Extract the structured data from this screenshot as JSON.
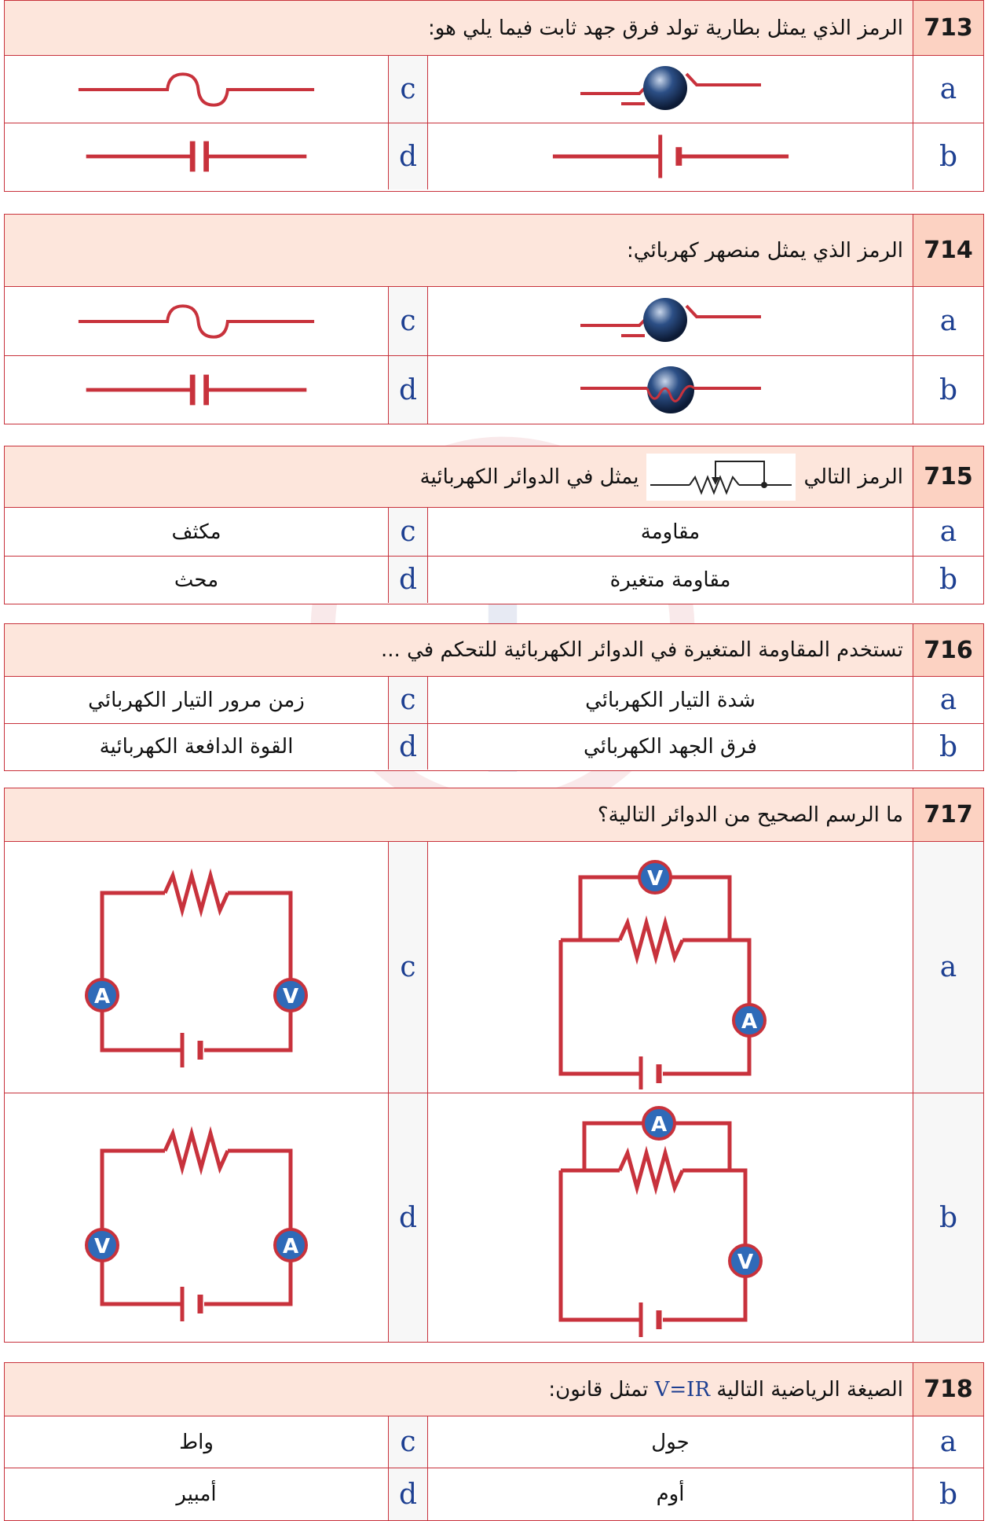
{
  "colors": {
    "border": "#c8323c",
    "header_bg": "#fde6dc",
    "number_bg": "#fcd2c2",
    "letter": "#1d3f91",
    "wire": "#c8323c",
    "meter": "#2f6ab8"
  },
  "questions": [
    {
      "number": "713",
      "text": "الرمز الذي يمثل بطارية تولد فرق جهد ثابت فيما يلي هو:",
      "options": {
        "a": "",
        "b": "",
        "c": "",
        "d": ""
      },
      "icons": {
        "a": "lamp-symbol-icon",
        "b": "battery-symbol-icon",
        "c": "fuse-symbol-icon",
        "d": "capacitor-symbol-icon"
      }
    },
    {
      "number": "714",
      "text": "الرمز الذي يمثل منصهر كهربائي:",
      "icons": {
        "a": "lamp-symbol-icon",
        "b": "filament-lamp-symbol-icon",
        "c": "fuse-symbol-icon",
        "d": "capacitor-symbol-icon"
      }
    },
    {
      "number": "715",
      "text_before": "الرمز التالي",
      "text_after": "يمثل في الدوائر  الكهربائية",
      "inline_icon": "variable-resistor-symbol-icon",
      "options": {
        "a": "مقاومة",
        "b": "مقاومة متغيرة",
        "c": "مكثف",
        "d": "محث"
      }
    },
    {
      "number": "716",
      "text": "تستخدم المقاومة المتغيرة في الدوائر الكهربائية للتحكم في ...",
      "options": {
        "a": "شدة التيار الكهربائي",
        "b": "فرق الجهد الكهربائي",
        "c": "زمن مرور التيار الكهربائي",
        "d": "القوة الدافعة الكهربائية"
      }
    },
    {
      "number": "717",
      "text": "ما الرسم الصحيح من الدوائر التالية؟",
      "meters": {
        "ammeter": "A",
        "voltmeter": "V"
      },
      "icons": {
        "a": "circuit-voltmeter-parallel-icon",
        "b": "circuit-ammeter-parallel-icon",
        "c": "circuit-ammeter-voltmeter-series-icon",
        "d": "circuit-voltmeter-ammeter-series-icon"
      }
    },
    {
      "number": "718",
      "text_before": "الصيغة الرياضية التالية",
      "formula": "V=IR",
      "text_after": "تمثل قانون:",
      "options": {
        "a": "جول",
        "b": "أوم",
        "c": "واط",
        "d": "أمبير"
      }
    }
  ],
  "letters": {
    "a": "a",
    "b": "b",
    "c": "c",
    "d": "d"
  }
}
